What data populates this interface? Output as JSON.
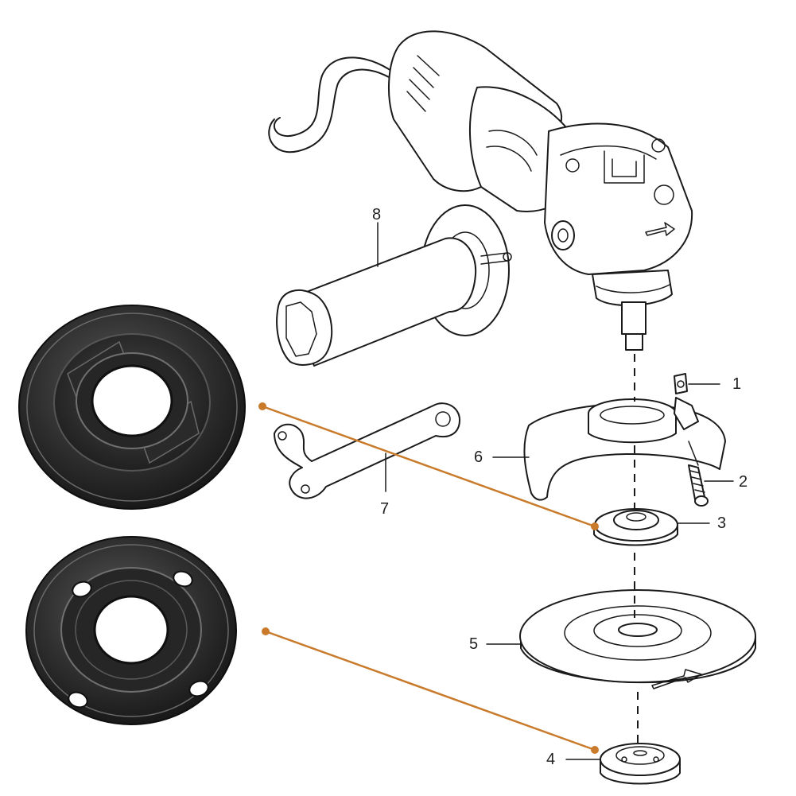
{
  "callouts": {
    "one": "1",
    "two": "2",
    "three": "3",
    "four": "4",
    "five": "5",
    "six": "6",
    "seven": "7",
    "eight": "8"
  },
  "parts": {
    "upper_flange": "inner-flange-nut-photo",
    "lower_flange": "outer-lock-nut-photo"
  },
  "colors": {
    "leader_orange": "#c97a2a",
    "line_art": "#1a1a1a",
    "flange_metal": "#2a2a2a"
  }
}
